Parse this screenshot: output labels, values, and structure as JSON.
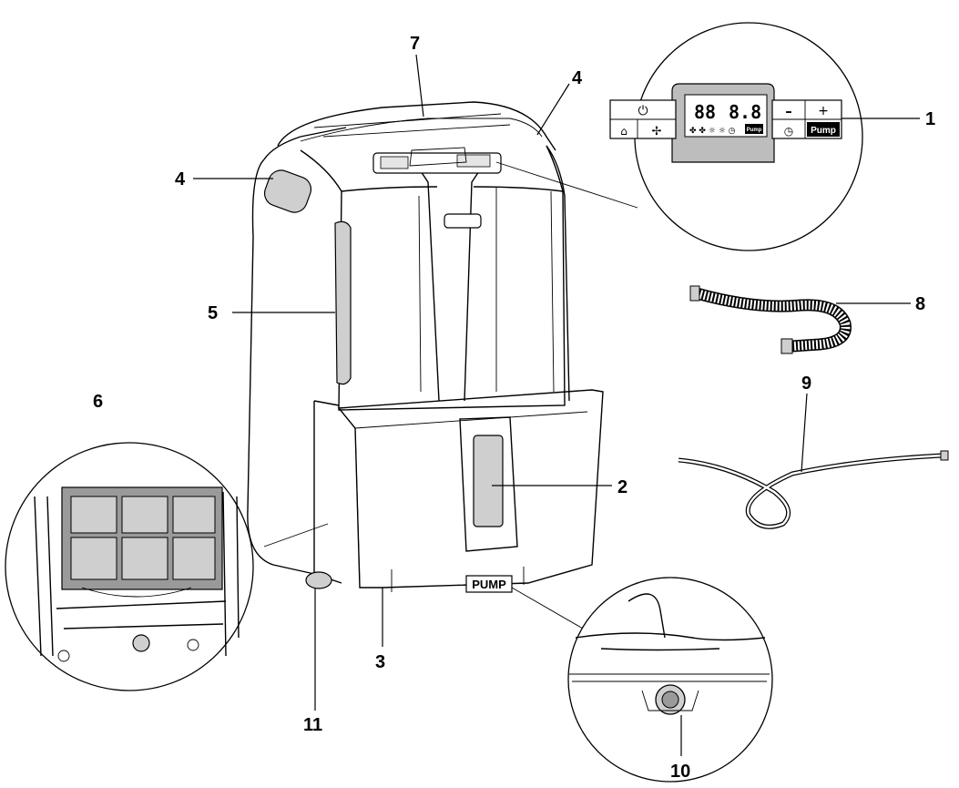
{
  "callouts": {
    "c1": "1",
    "c2": "2",
    "c3": "3",
    "c4a": "4",
    "c4b": "4",
    "c5": "5",
    "c6": "6",
    "c7": "7",
    "c8": "8",
    "c9": "9",
    "c10": "10",
    "c11": "11"
  },
  "panel": {
    "display_digits_left": "88",
    "display_digits_right": "8.8",
    "pump_key_label": "Pump",
    "pump_tile_label": "Pump",
    "plus_key": "+",
    "minus_key": "–"
  },
  "tank": {
    "pump_label": "PUMP"
  },
  "colors": {
    "grey_fill": "#cfcfcf",
    "display_grey": "#bdbdbd",
    "outline": "#000000"
  }
}
